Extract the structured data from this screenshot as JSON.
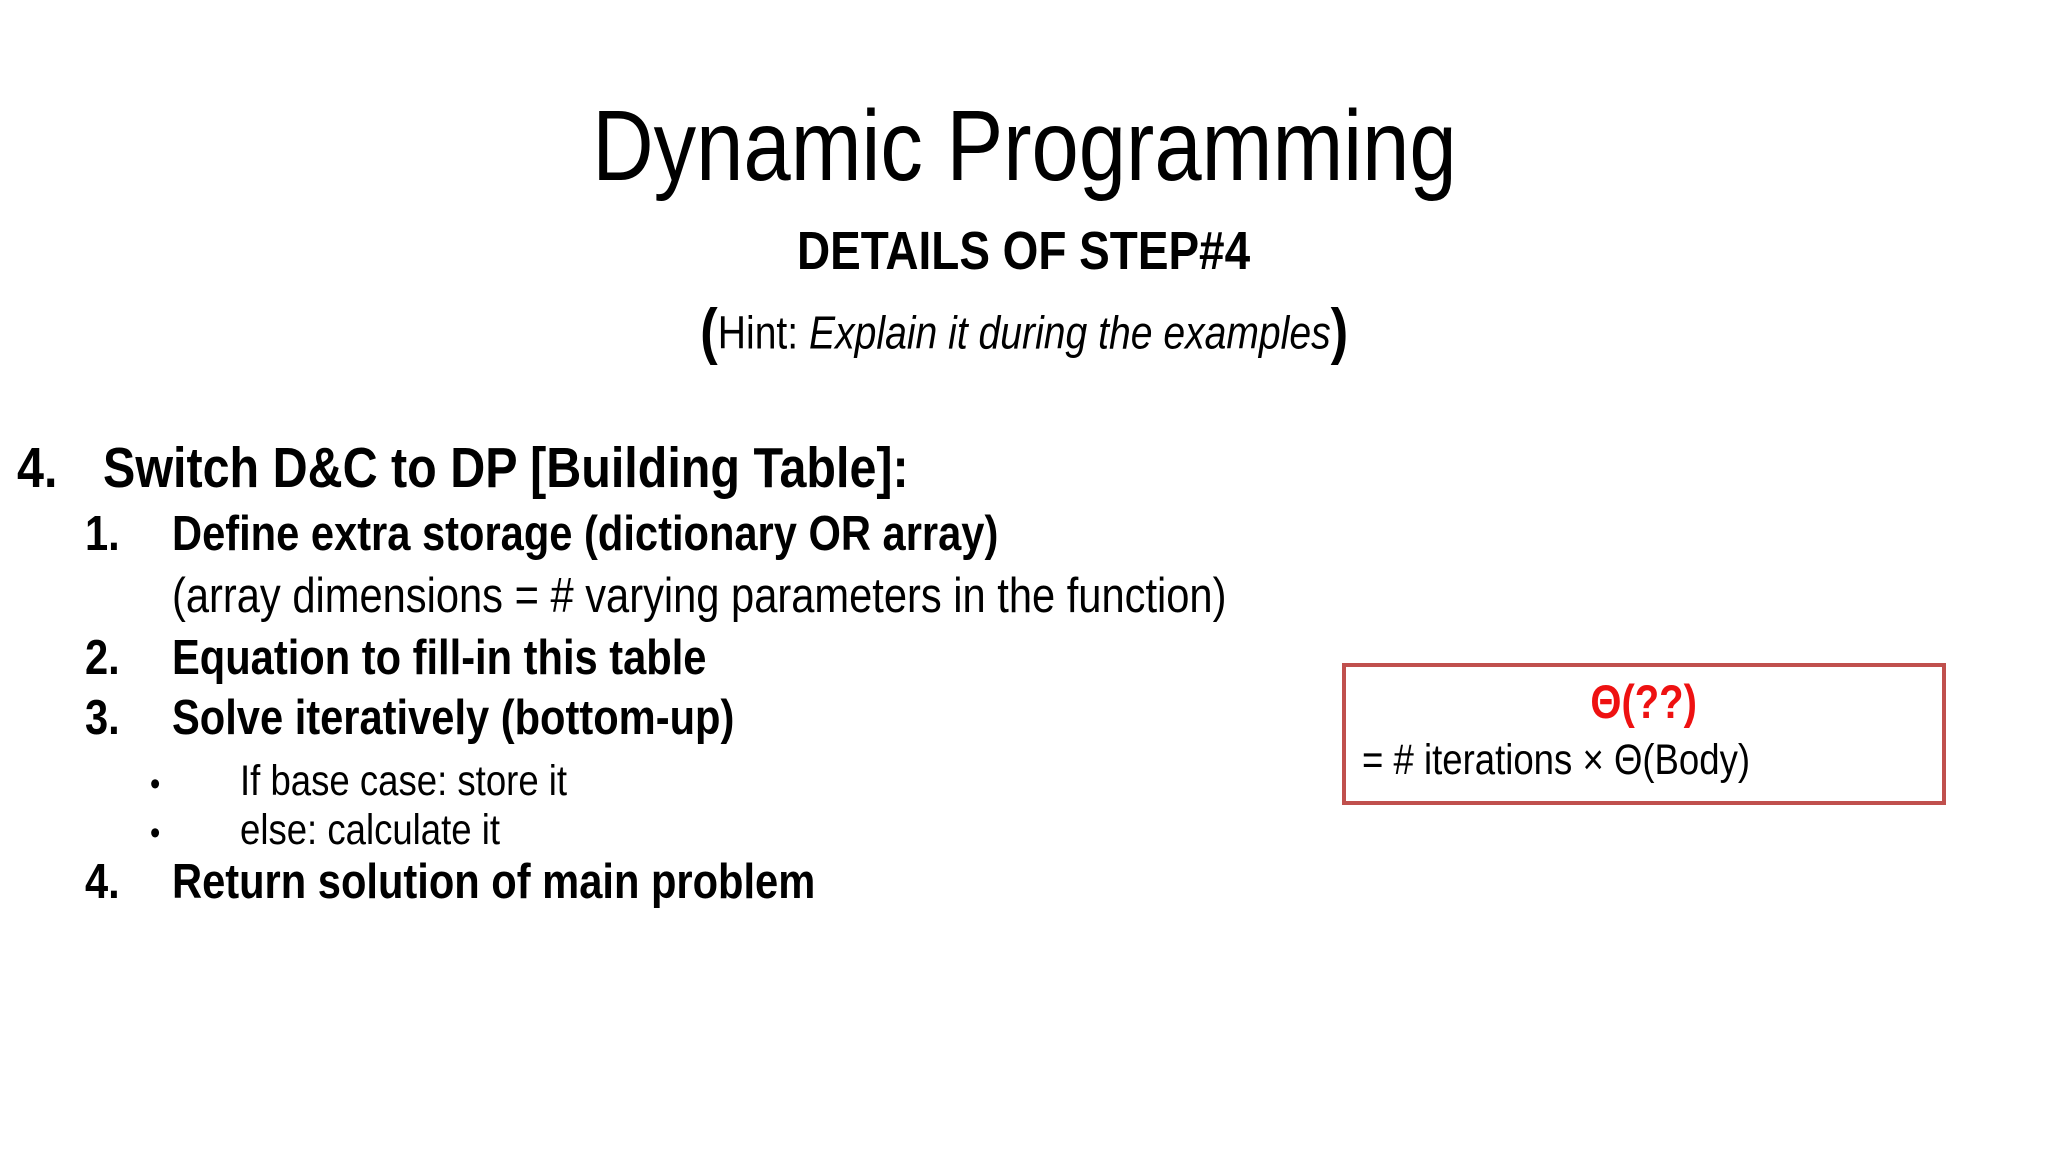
{
  "slide": {
    "title": "Dynamic Programming",
    "subtitle": "DETAILS OF STEP#4",
    "hint": {
      "open_paren": "(",
      "prefix": "Hint: ",
      "italic_text": "Explain it during the examples",
      "close_paren": ")"
    },
    "list": {
      "heading": {
        "number": "4.",
        "text": "Switch D&C to DP [Building Table]:"
      },
      "items": [
        {
          "marker": "1.",
          "text": "Define extra storage (dictionary OR array)"
        },
        {
          "marker": "",
          "text": "(array dimensions = # varying parameters in the function)"
        },
        {
          "marker": "2.",
          "text": "Equation to fill-in this table"
        },
        {
          "marker": "3.",
          "text": "Solve iteratively (bottom-up)"
        },
        {
          "marker": "•",
          "text": "If base case: store it"
        },
        {
          "marker": "•",
          "text": "else: calculate it"
        },
        {
          "marker": "4.",
          "text": "Return solution of main problem"
        }
      ]
    },
    "callout": {
      "title": "Θ(??)",
      "body": "= # iterations × Θ(Body)",
      "border_color": "#c0504d",
      "title_color": "#ee1111"
    }
  }
}
